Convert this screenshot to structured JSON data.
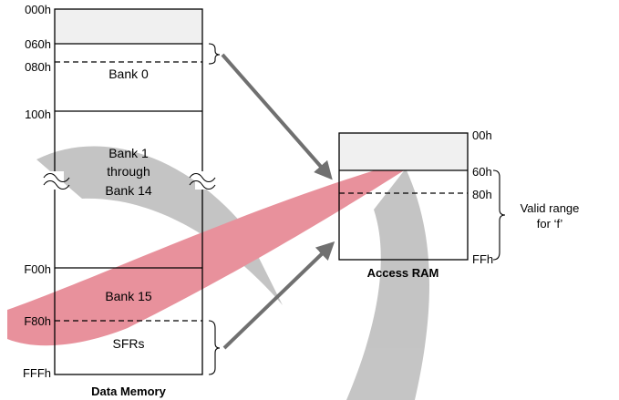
{
  "data_memory": {
    "caption": "Data Memory",
    "addresses": [
      "000h",
      "060h",
      "080h",
      "100h",
      "F00h",
      "F80h",
      "FFFh"
    ],
    "bank0": "Bank 0",
    "bank_middle": [
      "Bank 1",
      "through",
      "Bank 14"
    ],
    "bank15": "Bank 15",
    "sfrs": "SFRs"
  },
  "access_ram": {
    "caption": "Access RAM",
    "addresses": [
      "00h",
      "60h",
      "80h",
      "FFh"
    ]
  },
  "valid_range": {
    "lines": [
      "Valid range",
      "for ‘f’"
    ]
  },
  "colors": {
    "reserved_fill": "#f0f0f0",
    "arrow": "#707070",
    "watermark_grey": "#9e9e9e",
    "watermark_red": "#d9495b"
  }
}
